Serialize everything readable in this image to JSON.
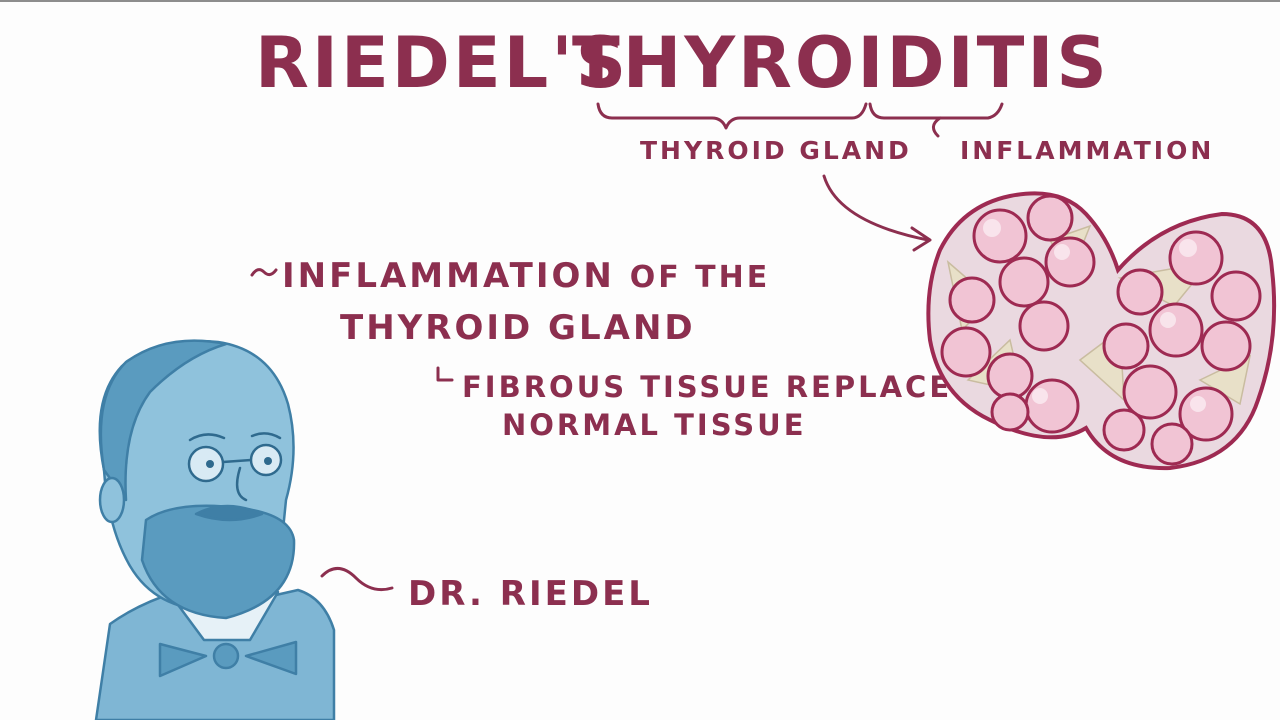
{
  "title": {
    "word1": "Riedel's",
    "word2": "Thyroiditis"
  },
  "labels": {
    "thyroid_gland": "Thyroid gland",
    "inflammation": "Inflammation"
  },
  "notes": {
    "line1": "Inflammation",
    "line1_small": "of the",
    "line2": "thyroid gland",
    "sub1": "Fibrous tissue replaces",
    "sub2": "normal tissue"
  },
  "portrait": {
    "caption": "Dr. Riedel"
  },
  "colors": {
    "ink": "#8c2f4f",
    "portrait_blue": "#5a9bbf",
    "gland_pink": "#eec5d2",
    "gland_outline": "#9e2a52",
    "fibrous": "#e8e0c8"
  }
}
